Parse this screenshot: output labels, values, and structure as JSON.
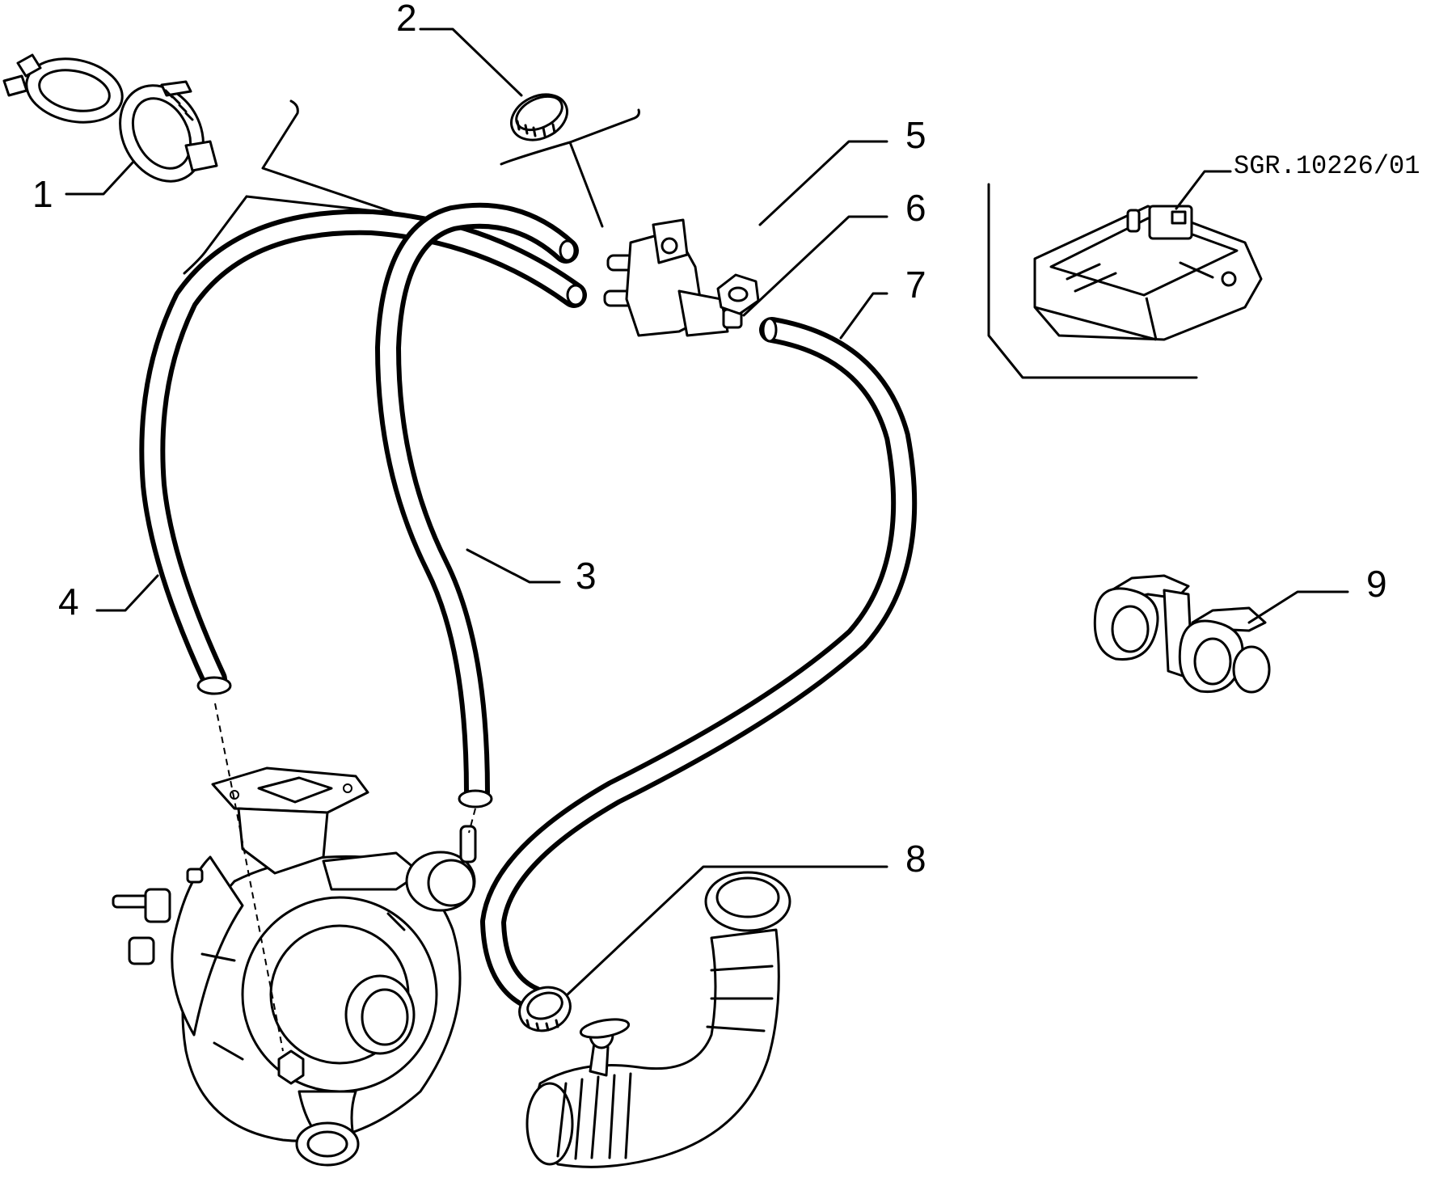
{
  "callouts": {
    "c1": "1",
    "c2": "2",
    "c3": "3",
    "c4": "4",
    "c5": "5",
    "c6": "6",
    "c7": "7",
    "c8": "8",
    "c9": "9"
  },
  "reference_code": "SGR.10226/01"
}
